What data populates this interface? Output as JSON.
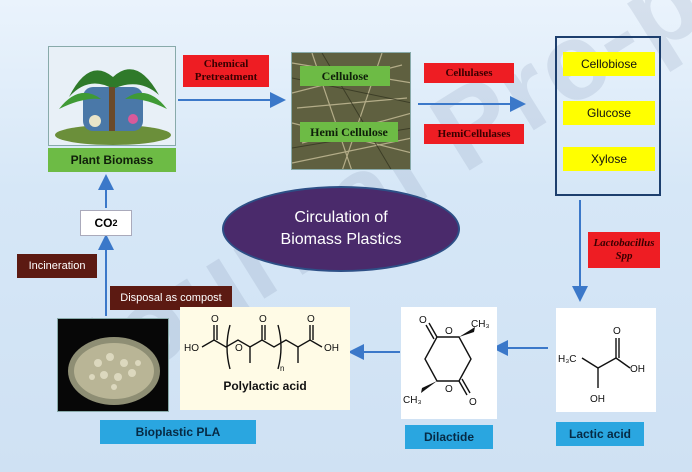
{
  "watermark": "Journal Pre-proof",
  "plant_biomass_label": "Plant Biomass",
  "chemical_pretreatment_label": "Chemical Pretreatment",
  "cellulose_label": "Cellulose",
  "hemicellulose_label": "Hemi Cellulose",
  "cellulases_label": "Cellulases",
  "hemicellulases_label": "HemiCellulases",
  "sugars": [
    "Cellobiose",
    "Glucose",
    "Xylose"
  ],
  "center_title": "Circulation of Biomass Plastics",
  "lactobacillus_label": "Lactobacillus Spp",
  "co2_label_main": "CO",
  "co2_label_sub": "2",
  "incineration_label": "Incineration",
  "compost_label": "Disposal as compost",
  "bioplastic_pla_label": "Bioplastic PLA",
  "polylactic_acid_label": "Polylactic acid",
  "dilactide_label": "Dilactide",
  "lactic_acid_label": "Lactic acid",
  "chem": {
    "lactic": {
      "ch3": "H₃C",
      "oh": "OH",
      "o": "O",
      "oh2": "OH"
    },
    "dilactide": {
      "o1": "O",
      "o2": "O",
      "o3": "O",
      "o4": "O",
      "ch3a": "CH₃",
      "ch3b": "CH₃"
    },
    "pla": {
      "ho": "HO",
      "oh": "OH",
      "o1": "O",
      "o2": "O",
      "o3": "O",
      "o4": "O",
      "n": "n"
    }
  },
  "colors": {
    "green": "#6dbb45",
    "red": "#ee1d23",
    "yellow": "#ffff00",
    "blue": "#2aa6e0",
    "arrow": "#3b78c9",
    "ellipse": "#4a2a6b",
    "dark": "#5c1a12"
  }
}
